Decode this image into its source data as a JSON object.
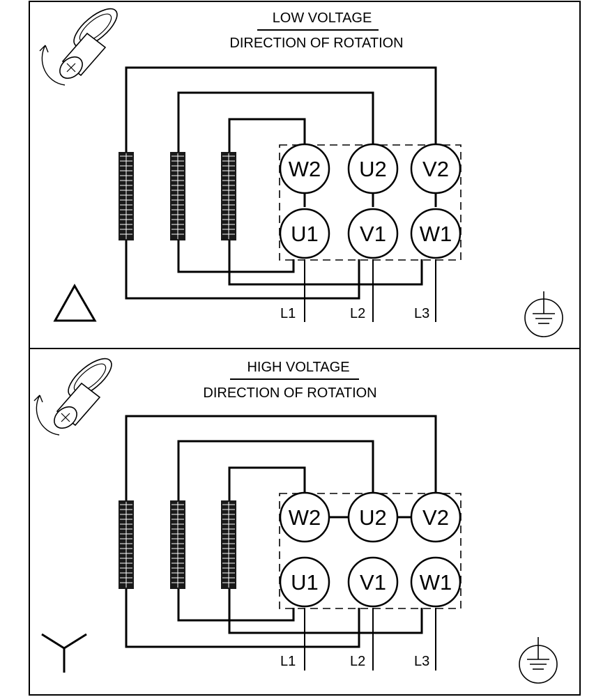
{
  "panels": [
    {
      "id": "low",
      "title_line1": "LOW VOLTAGE",
      "title_line2": "DIRECTION OF ROTATION",
      "connection_symbol": "delta-icon",
      "terminals_top": [
        "W2",
        "U2",
        "V2"
      ],
      "terminals_bottom": [
        "U1",
        "V1",
        "W1"
      ],
      "leads": [
        "L1",
        "L2",
        "L3"
      ]
    },
    {
      "id": "high",
      "title_line1": "HIGH VOLTAGE",
      "title_line2": "DIRECTION OF ROTATION",
      "connection_symbol": "star-icon",
      "terminals_top": [
        "W2",
        "U2",
        "V2"
      ],
      "terminals_bottom": [
        "U1",
        "V1",
        "W1"
      ],
      "leads": [
        "L1",
        "L2",
        "L3"
      ]
    }
  ],
  "colors": {
    "ink": "#000000",
    "background": "#ffffff",
    "coil": "#1a1a1a"
  }
}
